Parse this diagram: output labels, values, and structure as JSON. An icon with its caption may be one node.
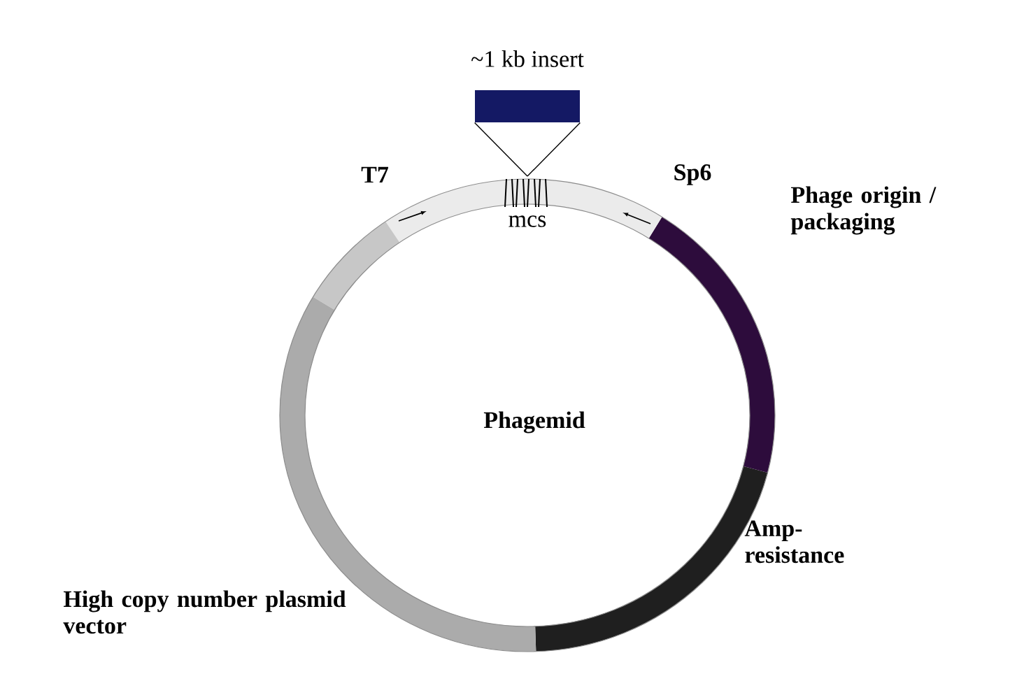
{
  "diagram": {
    "nodes": [
      {
        "text": [
          "~1 kb insert"
        ]
      },
      {
        "text": [
          "mcs"
        ]
      }
    ],
    "edges": [
      {
        "from": 0,
        "to": 1,
        "arrow": "none"
      },
      {
        "from": 0,
        "to": 1,
        "arrow": "none"
      }
    ],
    "labels": [
      "T7",
      "Sp6",
      "Phage origin / packaging",
      "Phagemid",
      "Amp-resistance",
      "High copy number plasmid vector"
    ]
  }
}
